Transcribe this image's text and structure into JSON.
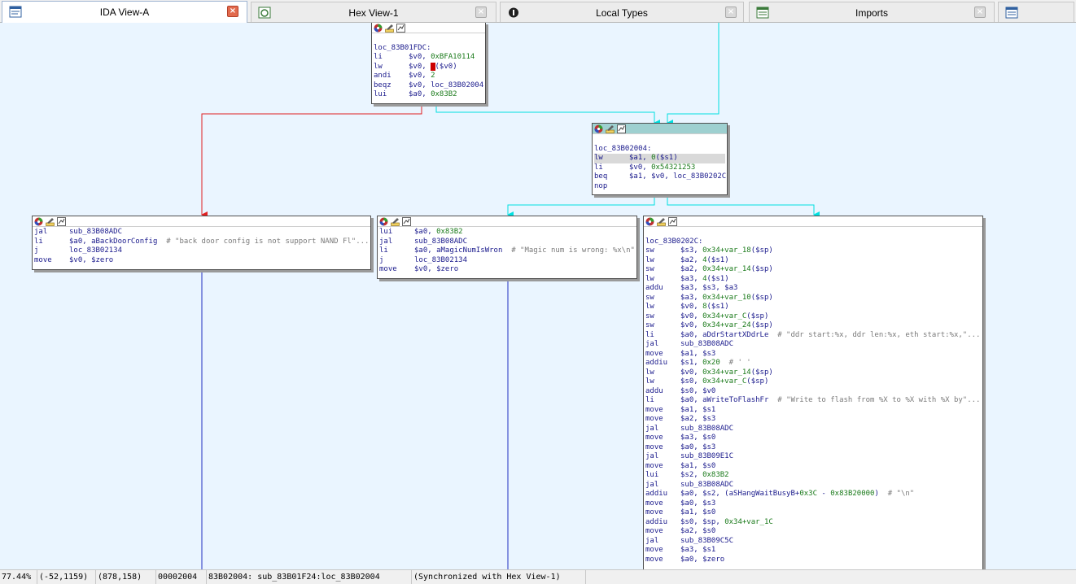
{
  "tabs": [
    {
      "label": "IDA View-A",
      "icon": "disassembly-icon",
      "active": true
    },
    {
      "label": "Hex View-1",
      "icon": "hex-icon",
      "active": false
    },
    {
      "label": "Local Types",
      "icon": "types-icon",
      "active": false
    },
    {
      "label": "Imports",
      "icon": "imports-icon",
      "active": false
    },
    {
      "label": "",
      "icon": "exports-icon",
      "active": false
    }
  ],
  "colors": {
    "graph_bg": "#eaf5ff",
    "edge_true": "#00e0e0",
    "edge_false": "#e02020",
    "edge_flow": "#2030c0",
    "node_border": "#505050",
    "operand_green": "#1a7a1a",
    "comment_gray": "#7a7a7a"
  },
  "nodes": {
    "n1": {
      "lines": [
        {
          "m": "",
          "o": ""
        },
        {
          "m": "loc_83B01FDC:",
          "o": ""
        },
        {
          "m": "li",
          "o": "$v0, ",
          "g": "0xBFA10114"
        },
        {
          "m": "lw",
          "o": "$v0, ",
          "r": "0",
          "o2": "($v0)"
        },
        {
          "m": "andi",
          "o": "$v0, ",
          "g": "2"
        },
        {
          "m": "beqz",
          "o": "$v0, loc_83B02004"
        },
        {
          "m": "lui",
          "o": "$a0, ",
          "g": "0x83B2"
        }
      ]
    },
    "n2": {
      "lines": [
        {
          "m": "",
          "o": ""
        },
        {
          "m": "loc_83B02004:",
          "o": ""
        },
        {
          "m": "lw",
          "o": "$a1, ",
          "g": "0",
          "o2": "($s1)",
          "hl": true
        },
        {
          "m": "li",
          "o": "$v0, ",
          "g": "0x54321253"
        },
        {
          "m": "beq",
          "o": "$a1, $v0, loc_83B0202C"
        },
        {
          "m": "nop",
          "o": ""
        }
      ]
    },
    "n3": {
      "lines": [
        {
          "m": "jal",
          "o": "sub_83B08ADC"
        },
        {
          "m": "li",
          "o": "$a0, aBackDoorConfig",
          "c": "# \"back door config is not support NAND Fl\"..."
        },
        {
          "m": "j",
          "o": "loc_83B02134"
        },
        {
          "m": "move",
          "o": "$v0, $zero"
        }
      ]
    },
    "n4": {
      "lines": [
        {
          "m": "lui",
          "o": "$a0, ",
          "g": "0x83B2"
        },
        {
          "m": "jal",
          "o": "sub_83B08ADC"
        },
        {
          "m": "li",
          "o": "$a0, aMagicNumIsWron",
          "c": "# \"Magic num is wrong: %x\\n\""
        },
        {
          "m": "j",
          "o": "loc_83B02134"
        },
        {
          "m": "move",
          "o": "$v0, $zero"
        }
      ]
    },
    "n5": {
      "lines": [
        {
          "m": "",
          "o": ""
        },
        {
          "m": "loc_83B0202C:",
          "o": ""
        },
        {
          "m": "sw",
          "o": "$s3, ",
          "g": "0x34+var_18",
          "o2": "($sp)"
        },
        {
          "m": "lw",
          "o": "$a2, ",
          "g": "4",
          "o2": "($s1)"
        },
        {
          "m": "sw",
          "o": "$a2, ",
          "g": "0x34+var_14",
          "o2": "($sp)"
        },
        {
          "m": "lw",
          "o": "$a3, ",
          "g": "4",
          "o2": "($s1)"
        },
        {
          "m": "addu",
          "o": "$a3, $s3, $a3"
        },
        {
          "m": "sw",
          "o": "$a3, ",
          "g": "0x34+var_10",
          "o2": "($sp)"
        },
        {
          "m": "lw",
          "o": "$v0, ",
          "g": "8",
          "o2": "($s1)"
        },
        {
          "m": "sw",
          "o": "$v0, ",
          "g": "0x34+var_C",
          "o2": "($sp)"
        },
        {
          "m": "sw",
          "o": "$v0, ",
          "g": "0x34+var_24",
          "o2": "($sp)"
        },
        {
          "m": "li",
          "o": "$a0, aDdrStartXDdrLe",
          "c": "# \"ddr start:%x, ddr len:%x, eth start:%x,\"..."
        },
        {
          "m": "jal",
          "o": "sub_83B08ADC"
        },
        {
          "m": "move",
          "o": "$a1, $s3"
        },
        {
          "m": "addiu",
          "o": "$s1, ",
          "g": "0x20",
          "c": "# ' '"
        },
        {
          "m": "lw",
          "o": "$v0, ",
          "g": "0x34+var_14",
          "o2": "($sp)"
        },
        {
          "m": "lw",
          "o": "$s0, ",
          "g": "0x34+var_C",
          "o2": "($sp)"
        },
        {
          "m": "addu",
          "o": "$s0, $v0"
        },
        {
          "m": "li",
          "o": "$a0, aWriteToFlashFr",
          "c": "# \"Write to flash from %X to %X with %X by\"..."
        },
        {
          "m": "move",
          "o": "$a1, $s1"
        },
        {
          "m": "move",
          "o": "$a2, $s3"
        },
        {
          "m": "jal",
          "o": "sub_83B08ADC"
        },
        {
          "m": "move",
          "o": "$a3, $s0"
        },
        {
          "m": "move",
          "o": "$a0, $s3"
        },
        {
          "m": "jal",
          "o": "sub_83B09E1C"
        },
        {
          "m": "move",
          "o": "$a1, $s0"
        },
        {
          "m": "lui",
          "o": "$s2, ",
          "g": "0x83B2"
        },
        {
          "m": "jal",
          "o": "sub_83B08ADC"
        },
        {
          "m": "addiu",
          "o": "$a0, $s2, (aSHangWaitBusyB+",
          "g": "0x3C",
          "o2": " - ",
          "g2": "0x83B20000",
          "o3": ")",
          "c": "# \"\\n\""
        },
        {
          "m": "move",
          "o": "$a0, $s3"
        },
        {
          "m": "move",
          "o": "$a1, $s0"
        },
        {
          "m": "addiu",
          "o": "$s0, $sp, ",
          "g": "0x34+var_1C"
        },
        {
          "m": "move",
          "o": "$a2, $s0"
        },
        {
          "m": "jal",
          "o": "sub_83B09C5C"
        },
        {
          "m": "move",
          "o": "$a3, $s1"
        },
        {
          "m": "move",
          "o": "$a0, $zero"
        }
      ]
    }
  },
  "status": {
    "zoom": "77.44%",
    "mouse": "(-52,1159)",
    "view": "(878,158)",
    "offset": "00002004",
    "location": "83B02004: sub_83B01F24:loc_83B02004",
    "sync": "(Synchronized with Hex View-1)"
  }
}
